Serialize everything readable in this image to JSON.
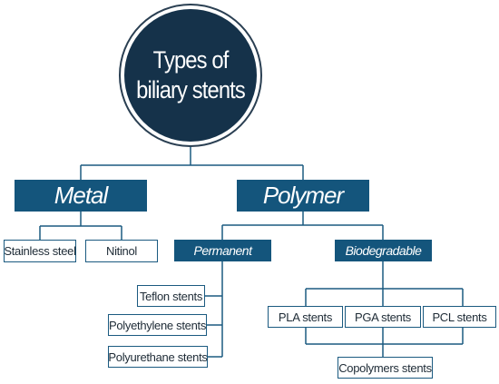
{
  "root": {
    "title": "Types of\nbiliary stents"
  },
  "categories": {
    "metal": {
      "label": "Metal",
      "items": [
        "Stainless steel",
        "Nitinol"
      ]
    },
    "polymer": {
      "label": "Polymer",
      "permanent": {
        "label": "Permanent",
        "items": [
          "Teflon stents",
          "Polyethylene stents",
          "Polyurethane stents"
        ]
      },
      "biodegradable": {
        "label": "Biodegradable",
        "items": [
          "PLA stents",
          "PGA stents",
          "PCL stents",
          "Copolymers stents"
        ]
      }
    }
  },
  "colors": {
    "dark_box": "#14557c",
    "root_disc": "#15324a",
    "connector": "#1b5a80",
    "text": "#1e2b36"
  }
}
